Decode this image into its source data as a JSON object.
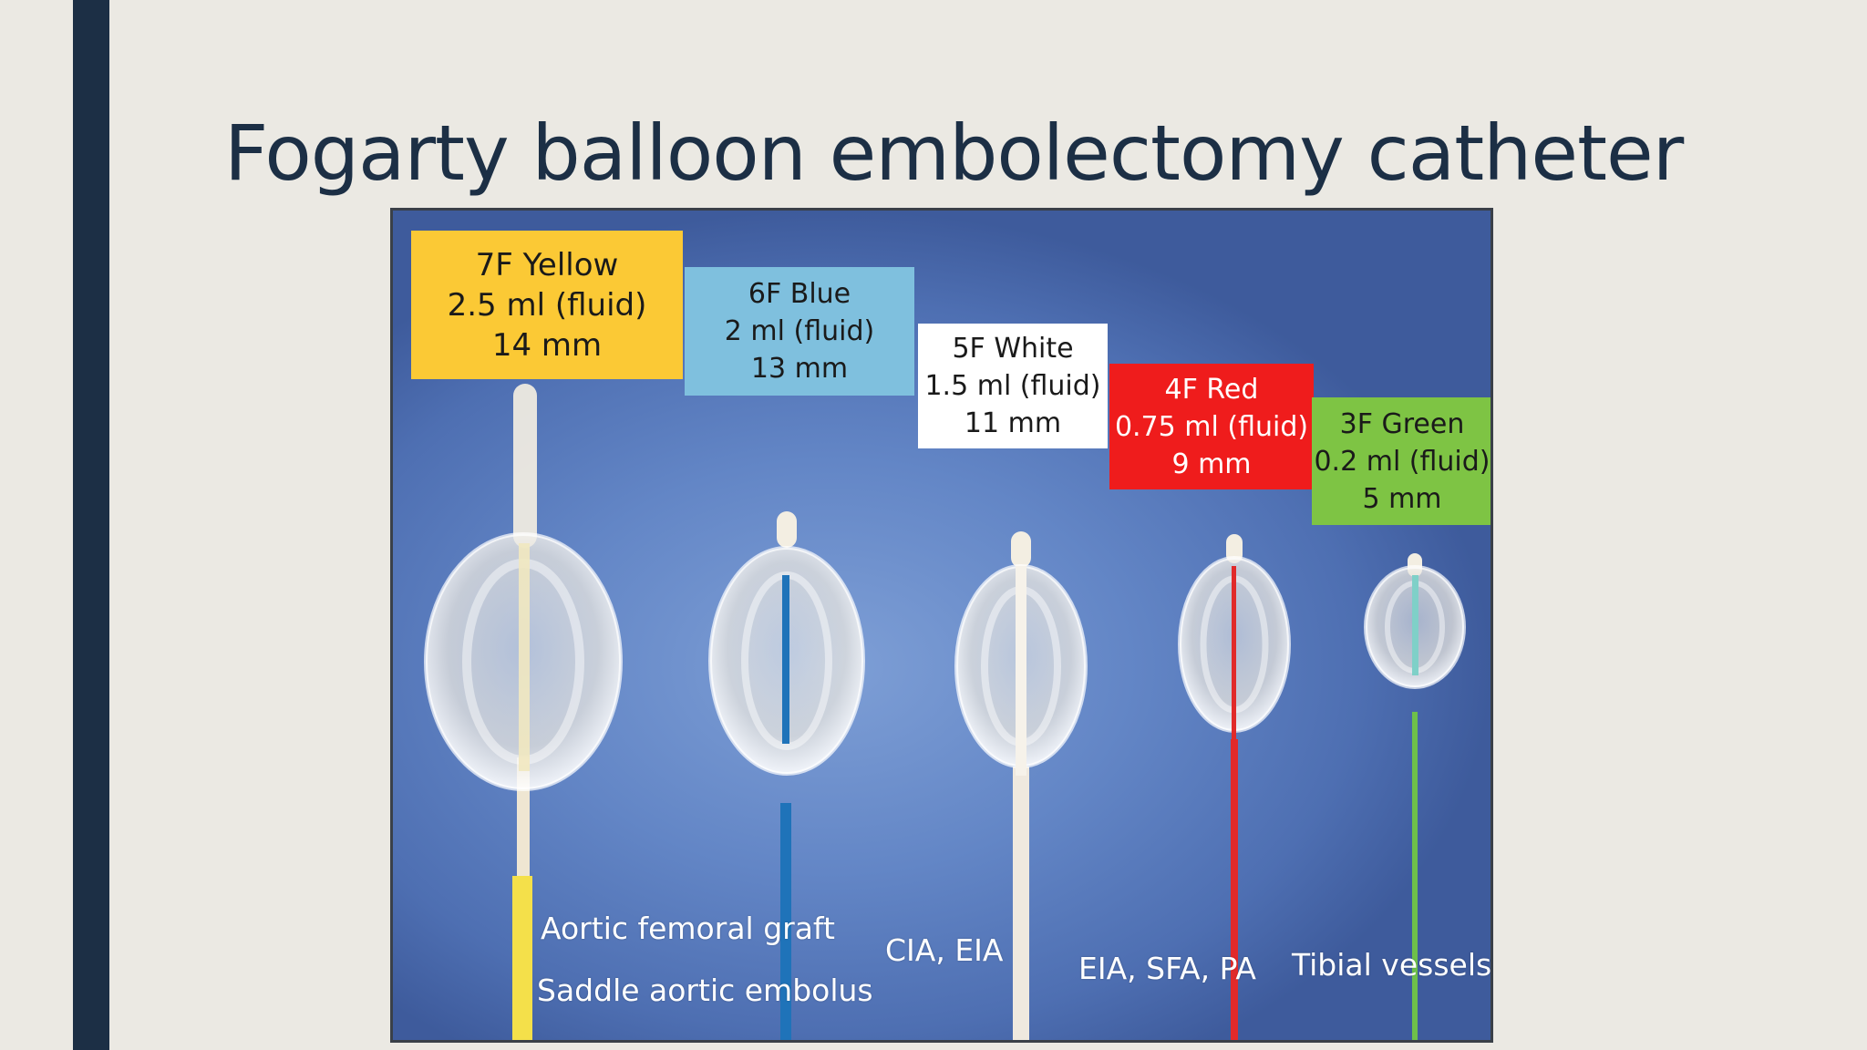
{
  "slide": {
    "title": "Fogarty balloon embolectomy catheter"
  },
  "image": {
    "labels": [
      {
        "name": "7F Yellow",
        "volume": "2.5 ml (fluid)",
        "size": "14 mm",
        "color": "#fbc935"
      },
      {
        "name": "6F Blue",
        "volume": "2 ml (fluid)",
        "size": "13 mm",
        "color": "#7fc0de"
      },
      {
        "name": "5F White",
        "volume": "1.5 ml (fluid)",
        "size": "11 mm",
        "color": "#ffffff"
      },
      {
        "name": "4F Red",
        "volume": "0.75 ml (fluid)",
        "size": "9 mm",
        "color": "#ef1c1c"
      },
      {
        "name": "3F Green",
        "volume": "0.2 ml (fluid)",
        "size": "5 mm",
        "color": "#7ec444"
      }
    ],
    "captions": [
      "Aortic femoral graft",
      "Saddle aortic embolus",
      "CIA, EIA",
      "EIA, SFA, PA",
      "Tibial vessels"
    ]
  }
}
